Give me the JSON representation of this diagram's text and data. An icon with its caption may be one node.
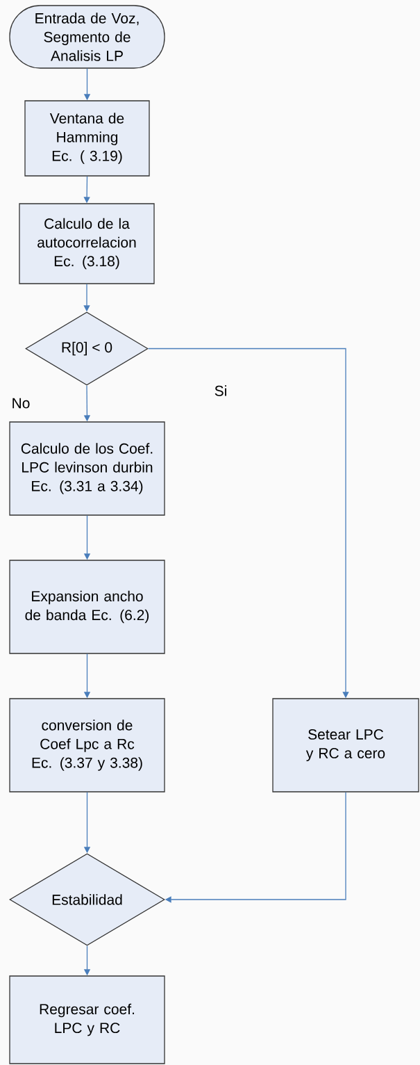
{
  "diagram": {
    "nodes": [
      {
        "text": [
          "Entrada de Voz, Segmento de Analisis LP"
        ]
      },
      {
        "text": [
          "Ventana de Hamming Ec. ( 3.19)"
        ]
      },
      {
        "text": [
          "Calculo de la autocorrelacion Ec. (3.18)"
        ]
      },
      {
        "text": [
          "R[0] < 0"
        ]
      },
      {
        "text": [
          "Calculo de los Coef. LPC levinson durbin Ec. (3.31 a 3.34)"
        ]
      },
      {
        "text": [
          "Expansion ancho de banda Ec. (6.2)"
        ]
      },
      {
        "text": [
          "conversion de Coef Lpc a Rc Ec. (3.37 y 3.38)"
        ]
      },
      {
        "text": [
          "Setear LPC y RC a cero"
        ]
      },
      {
        "text": [
          "Estabilidad"
        ]
      },
      {
        "text": [
          "Regresar coef. LPC y RC"
        ]
      }
    ],
    "edges": [
      {
        "from": 0,
        "to": 1,
        "arrow": "to"
      },
      {
        "from": 1,
        "to": 2,
        "arrow": "to"
      },
      {
        "from": 2,
        "to": 3,
        "arrow": "to"
      },
      {
        "from": 3,
        "to": 4,
        "arrow": "to",
        "label": "No"
      },
      {
        "from": 3,
        "to": 7,
        "arrow": "to",
        "label": "Si"
      },
      {
        "from": 4,
        "to": 5,
        "arrow": "to"
      },
      {
        "from": 5,
        "to": 6,
        "arrow": "to"
      },
      {
        "from": 6,
        "to": 8,
        "arrow": "to"
      },
      {
        "from": 7,
        "to": 8,
        "arrow": "to"
      },
      {
        "from": 8,
        "to": 9,
        "arrow": "to"
      }
    ]
  }
}
